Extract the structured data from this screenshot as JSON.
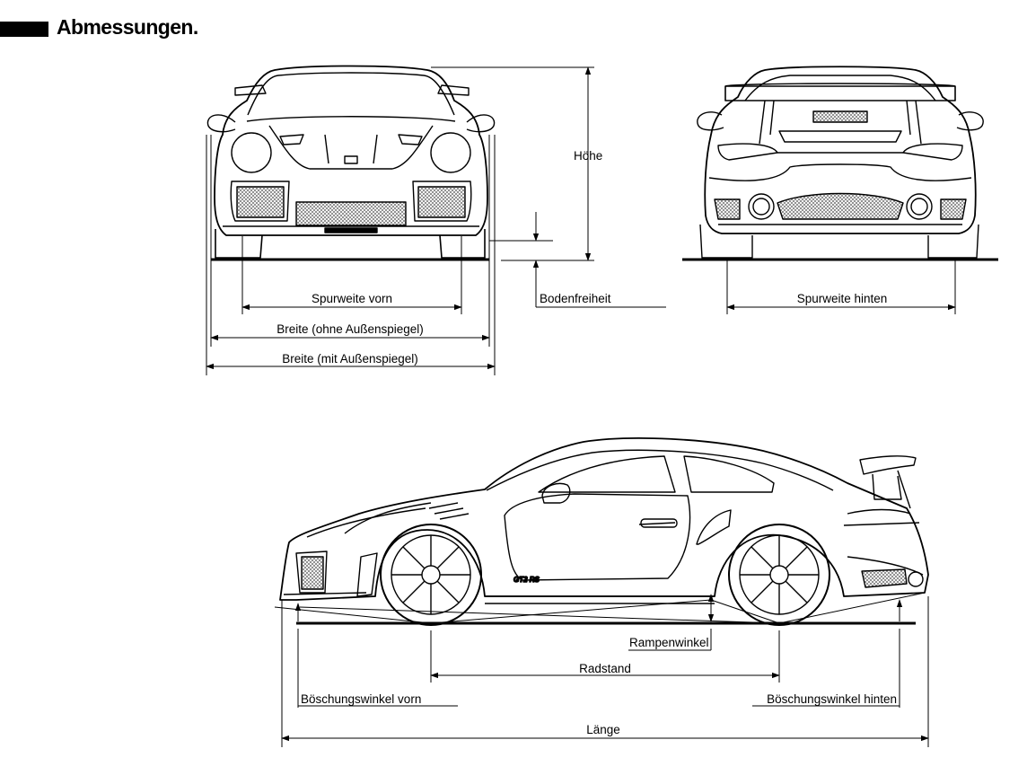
{
  "page": {
    "title": "Abmessungen."
  },
  "labels": {
    "hoehe": "Höhe",
    "spurweite_vorn": "Spurweite vorn",
    "breite_ohne": "Breite (ohne Außenspiegel)",
    "breite_mit": "Breite (mit Außenspiegel)",
    "bodenfreiheit": "Bodenfreiheit",
    "spurweite_hinten": "Spurweite hinten",
    "rampenwinkel": "Rampenwinkel",
    "radstand": "Radstand",
    "boeschungswinkel_vorn": "Böschungswinkel vorn",
    "boeschungswinkel_hinten": "Böschungswinkel hinten",
    "laenge": "Länge"
  },
  "badges": {
    "model": "GT2 RS"
  }
}
